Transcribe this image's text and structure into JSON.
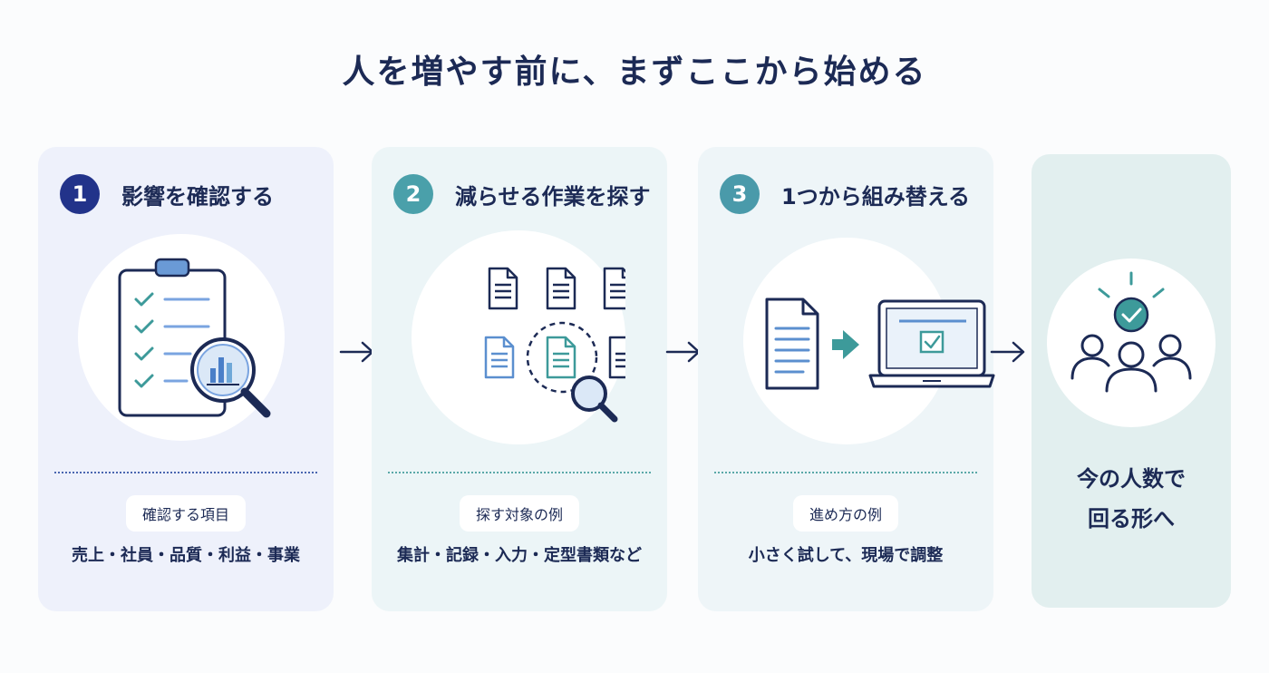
{
  "title": "人を増やす前に、まずここから始める",
  "steps": [
    {
      "number": "1",
      "title": "影響を確認する",
      "label": "確認する項目",
      "detail": "売上・社員・品質・利益・事業",
      "icon": "clipboard-magnifier-icon"
    },
    {
      "number": "2",
      "title": "減らせる作業を探す",
      "label": "探す対象の例",
      "detail": "集計・記録・入力・定型書類など",
      "icon": "documents-search-icon"
    },
    {
      "number": "3",
      "title": "1つから組み替える",
      "label": "進め方の例",
      "detail": "小さく試して、現場で調整",
      "icon": "document-to-laptop-icon"
    }
  ],
  "result": {
    "line1": "今の人数で",
    "line2": "回る形へ",
    "icon": "team-check-icon"
  },
  "colors": {
    "navy": "#1c2a55",
    "step1": "#22338a",
    "teal": "#4aa0aa",
    "accent_blue": "#5b8fcf"
  }
}
